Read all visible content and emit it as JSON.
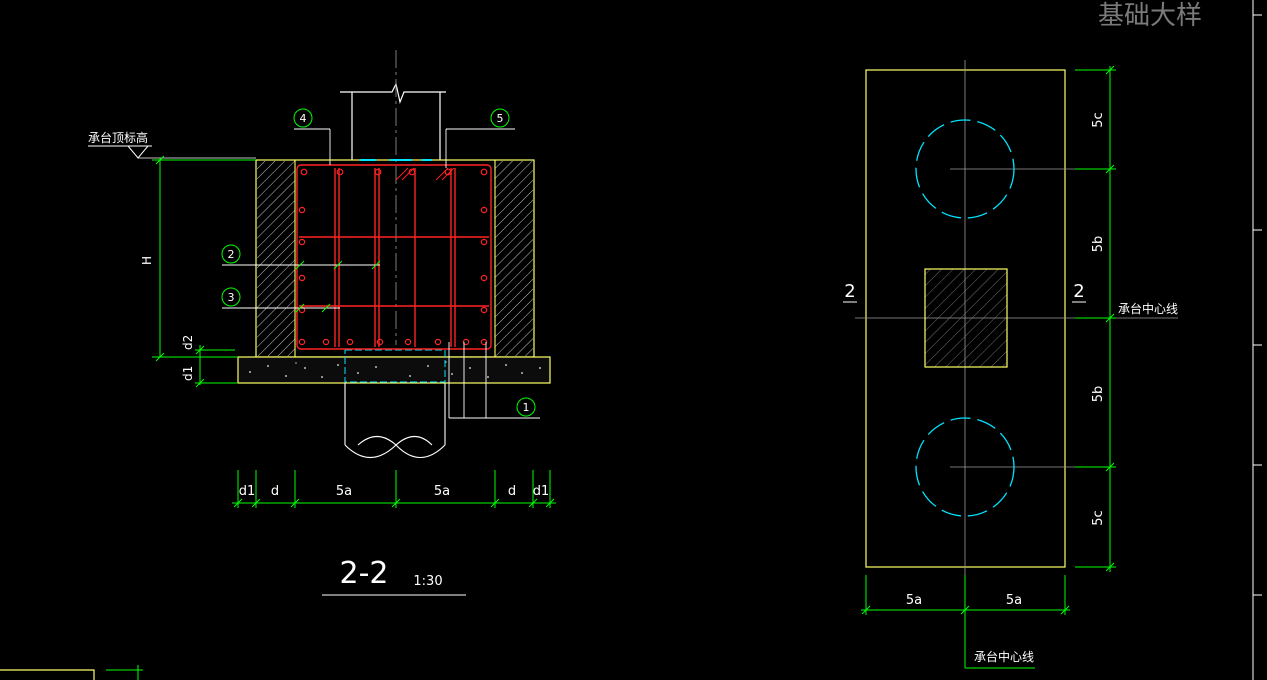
{
  "drawing": {
    "title_fragment": "基础大样",
    "colors": {
      "background": "#000000",
      "outline": "#ffff66",
      "rebar": "#ff2222",
      "dimension": "#00ff00",
      "centerline": "#9a9a9a",
      "pile": "#00e5ff",
      "text": "#ffffff"
    }
  },
  "section": {
    "label": "2-2",
    "scale": "1:30",
    "elevation_label": "承台顶标高",
    "height_dim": "H",
    "d2_dim": "d2",
    "d1_dim": "d1",
    "callouts": [
      "4",
      "5",
      "2",
      "3",
      "1"
    ],
    "bottom_dims": [
      "d1",
      "d",
      "5a",
      "5a",
      "d",
      "d1"
    ]
  },
  "plan": {
    "section_mark": "2",
    "right_dims": [
      "5c",
      "5b",
      "5b",
      "5c"
    ],
    "bottom_dims": [
      "5a",
      "5a"
    ],
    "centerline_label_right": "承台中心线",
    "centerline_label_bottom": "承台中心线"
  }
}
